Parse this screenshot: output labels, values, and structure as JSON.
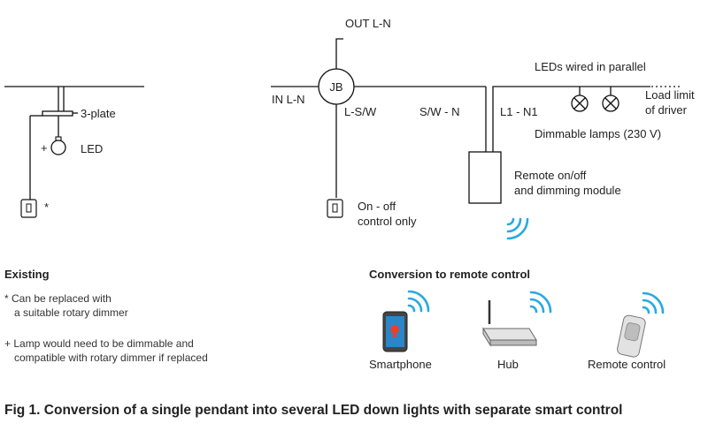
{
  "existing": {
    "plate_label": "3-plate",
    "led_label": "LED",
    "led_mark": "+",
    "switch_mark": "*",
    "heading": "Existing",
    "note1_line1": "* Can be replaced with",
    "note1_line2": "a suitable rotary dimmer",
    "note2_line1": "+ Lamp would need to be dimmable and",
    "note2_line2": "compatible with rotary dimmer if replaced"
  },
  "wiring": {
    "jb_label": "JB",
    "out_label": "OUT L-N",
    "in_label": "IN L-N",
    "ls_label": "L-S/W",
    "sw_label": "S/W - N",
    "l1_label": "L1 - N1",
    "parallel_label": "LEDs wired in parallel",
    "limit_line1": "Load limit",
    "limit_line2": "of driver",
    "dimmable_label": "Dimmable lamps (230 V)",
    "module_line1": "Remote on/off",
    "module_line2": "and dimming module",
    "onoff_line1": "On - off",
    "onoff_line2": "control only"
  },
  "conversion": {
    "heading": "Conversion to remote control",
    "devices": [
      {
        "label": "Smartphone",
        "icon": "smartphone-icon"
      },
      {
        "label": "Hub",
        "icon": "hub-router-icon"
      },
      {
        "label": "Remote control",
        "icon": "remote-control-icon"
      }
    ]
  },
  "caption": "Fig 1. Conversion of a single pendant into several LED down lights with separate smart control",
  "colors": {
    "wireless": "#29a9e1",
    "line": "#111111",
    "phone_screen": "#2a86c8",
    "bulb_red": "#e8402a"
  }
}
